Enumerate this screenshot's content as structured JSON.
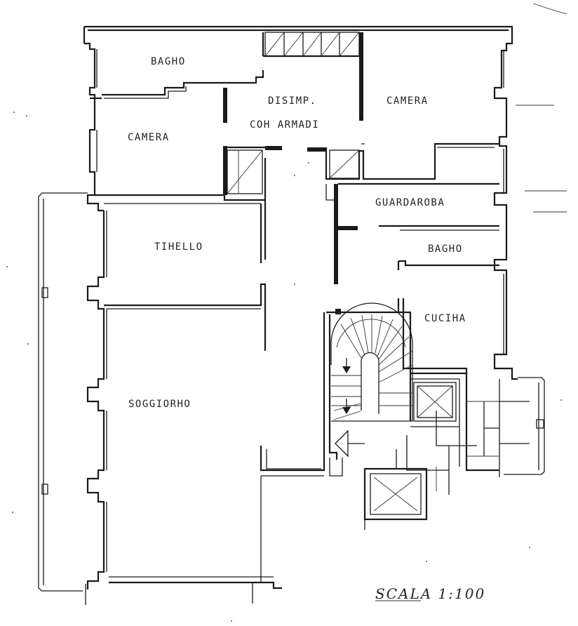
{
  "rooms": {
    "bagno_top": "BAGHO",
    "disimpegno": "DISIMP.",
    "disimpegno_sub": "COH ARMADI",
    "camera_right": "CAMERA",
    "camera_left": "CAMERA",
    "guardaroba": "GUARDAROBA",
    "tinello": "TIHELLO",
    "bagno_right": "BAGHO",
    "cucina": "CUCIHA",
    "soggiorno": "SOGGIORHO"
  },
  "scale": "SCALA 1:100"
}
